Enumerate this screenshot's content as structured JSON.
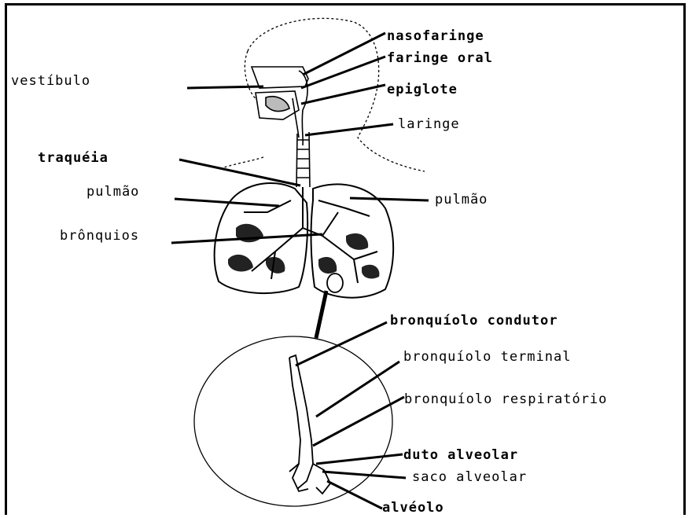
{
  "labels": {
    "nasofaringe": "nasofaringe",
    "faringe_oral": "faringe oral",
    "vestibulo": "vestíbulo",
    "epiglote": "epiglote",
    "laringe": "laringe",
    "traqueia": "traquéia",
    "pulmao_left": "pulmão",
    "pulmao_right": "pulmão",
    "bronquios": "brônquios",
    "bronquiolo_condutor": "bronquíolo condutor",
    "bronquiolo_terminal": "bronquíolo terminal",
    "bronquiolo_respiratorio": "bronquíolo respiratório",
    "duto_alveolar": "duto alveolar",
    "saco_alveolar": "saco alveolar",
    "alveolo": "alvéolo"
  }
}
